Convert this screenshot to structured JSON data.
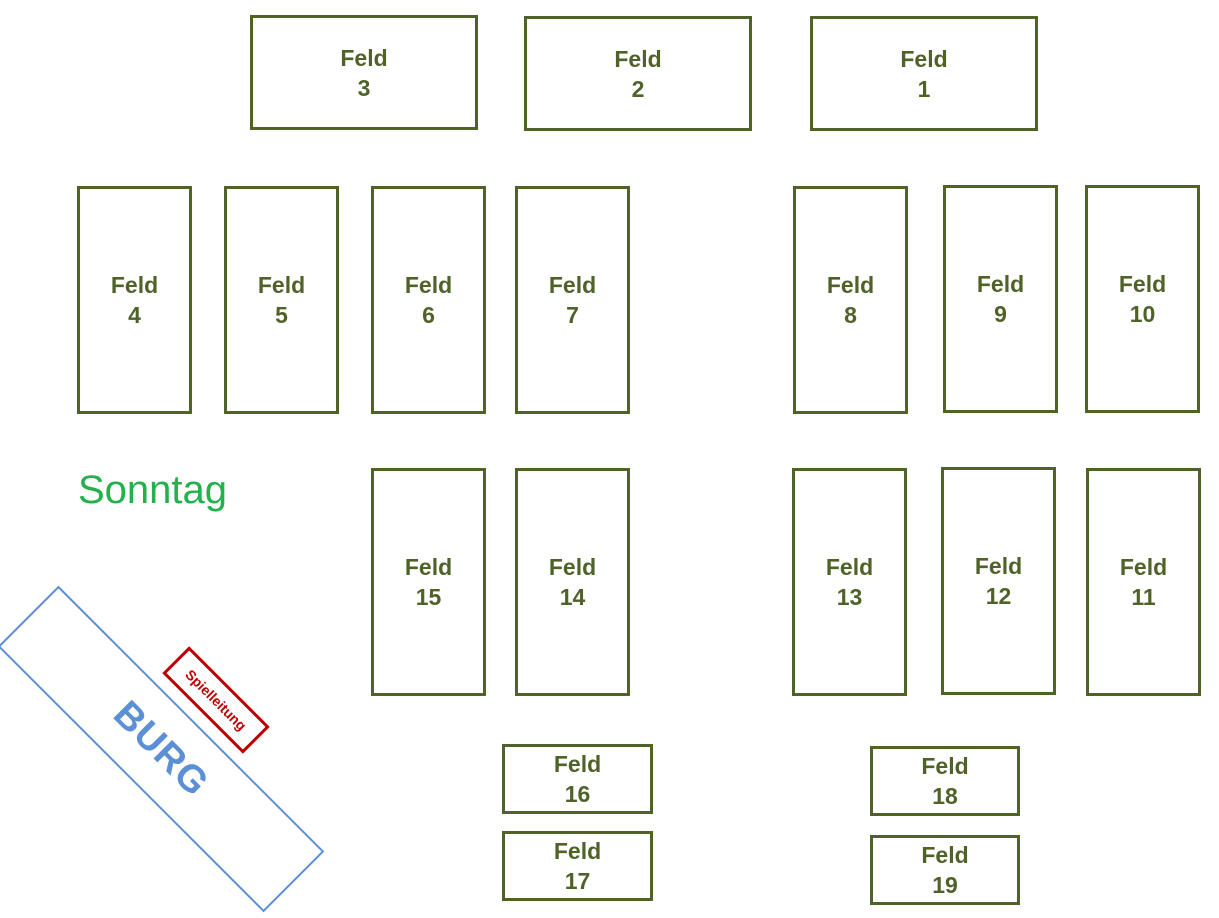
{
  "field_prefix": "Feld",
  "day_label": "Sonntag",
  "castle_label": "BURG",
  "direction_label": "Spielleitung",
  "colors": {
    "field_border": "#4f6228",
    "field_text": "#4f6228",
    "day_label": "#22b14c",
    "castle": "#5b8fd6",
    "direction": "#c00000"
  },
  "fields": [
    {
      "word": "Feld",
      "number": "3"
    },
    {
      "word": "Feld",
      "number": "2"
    },
    {
      "word": "Feld",
      "number": "1"
    },
    {
      "word": "Feld",
      "number": "4"
    },
    {
      "word": "Feld",
      "number": "5"
    },
    {
      "word": "Feld",
      "number": "6"
    },
    {
      "word": "Feld",
      "number": "7"
    },
    {
      "word": "Feld",
      "number": "8"
    },
    {
      "word": "Feld",
      "number": "9"
    },
    {
      "word": "Feld",
      "number": "10"
    },
    {
      "word": "Feld",
      "number": "15"
    },
    {
      "word": "Feld",
      "number": "14"
    },
    {
      "word": "Feld",
      "number": "13"
    },
    {
      "word": "Feld",
      "number": "12"
    },
    {
      "word": "Feld",
      "number": "11"
    },
    {
      "word": "Feld",
      "number": "16"
    },
    {
      "word": "Feld",
      "number": "17"
    },
    {
      "word": "Feld",
      "number": "18"
    },
    {
      "word": "Feld",
      "number": "19"
    }
  ]
}
